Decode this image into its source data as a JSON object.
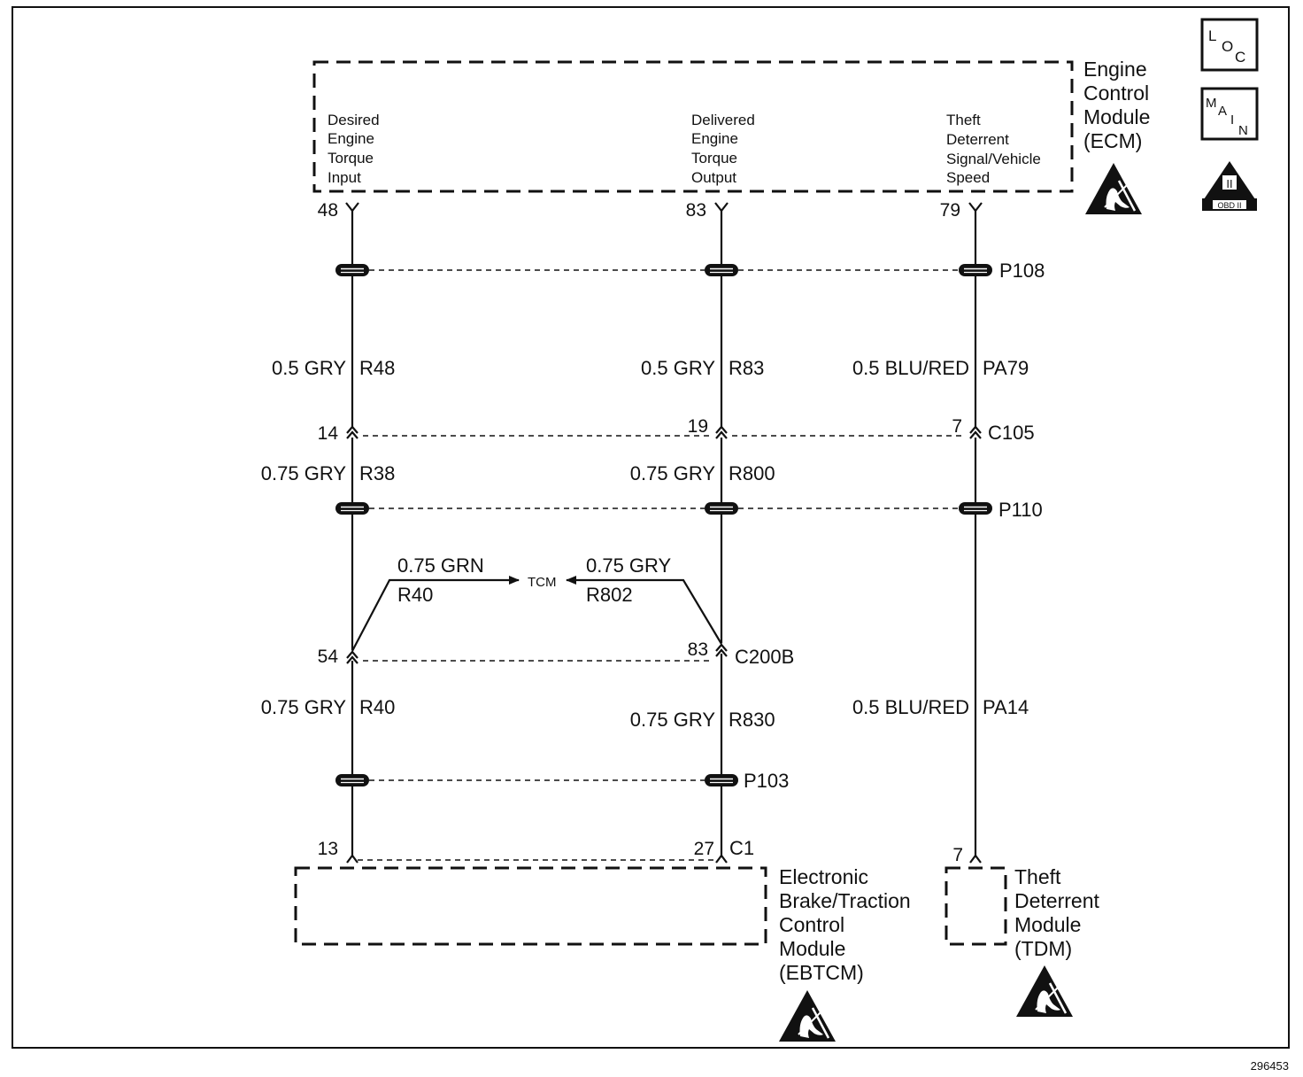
{
  "diagram_id": "296453",
  "icons": {
    "loc": {
      "l": "L",
      "o": "O",
      "c": "C"
    },
    "main": {
      "m": "M",
      "a": "A",
      "i": "I",
      "n": "N"
    },
    "obd": {
      "top": "II",
      "bottom": "OBD II"
    }
  },
  "ecm": {
    "title_lines": [
      "Engine",
      "Control",
      "Module",
      "(ECM)"
    ],
    "signals": [
      [
        "Desired",
        "Engine",
        "Torque",
        "Input"
      ],
      [
        "Delivered",
        "Engine",
        "Torque",
        "Output"
      ],
      [
        "Theft",
        "Deterrent",
        "Signal/Vehicle",
        "Speed"
      ]
    ],
    "pins": [
      "48",
      "83",
      "79"
    ]
  },
  "splices": {
    "p108": "P108",
    "p110": "P110",
    "p103": "P103"
  },
  "wires_upper": [
    {
      "gauge": "0.5 GRY",
      "circuit": "R48"
    },
    {
      "gauge": "0.5 GRY",
      "circuit": "R83"
    },
    {
      "gauge": "0.5 BLU/RED",
      "circuit": "PA79"
    }
  ],
  "c105": {
    "name": "C105",
    "pins": [
      "14",
      "19",
      "7"
    ]
  },
  "wires_mid": [
    {
      "gauge": "0.75 GRY",
      "circuit": "R38"
    },
    {
      "gauge": "0.75 GRY",
      "circuit": "R800"
    }
  ],
  "tcm": {
    "label": "TCM",
    "left": {
      "gauge": "0.75 GRN",
      "circuit": "R40"
    },
    "right": {
      "gauge": "0.75 GRY",
      "circuit": "R802"
    }
  },
  "c200b": {
    "name": "C200B",
    "pins": [
      "54",
      "83"
    ]
  },
  "wires_lower": [
    {
      "gauge": "0.75 GRY",
      "circuit": "R40"
    },
    {
      "gauge": "0.75 GRY",
      "circuit": "R830"
    },
    {
      "gauge": "0.5 BLU/RED",
      "circuit": "PA14"
    }
  ],
  "ebtcm": {
    "connector": "C1",
    "pins": [
      "13",
      "27"
    ],
    "title_lines": [
      "Electronic",
      "Brake/Traction",
      "Control",
      "Module",
      "(EBTCM)"
    ]
  },
  "tdm": {
    "pin": "7",
    "title_lines": [
      "Theft",
      "Deterrent",
      "Module",
      "(TDM)"
    ]
  }
}
